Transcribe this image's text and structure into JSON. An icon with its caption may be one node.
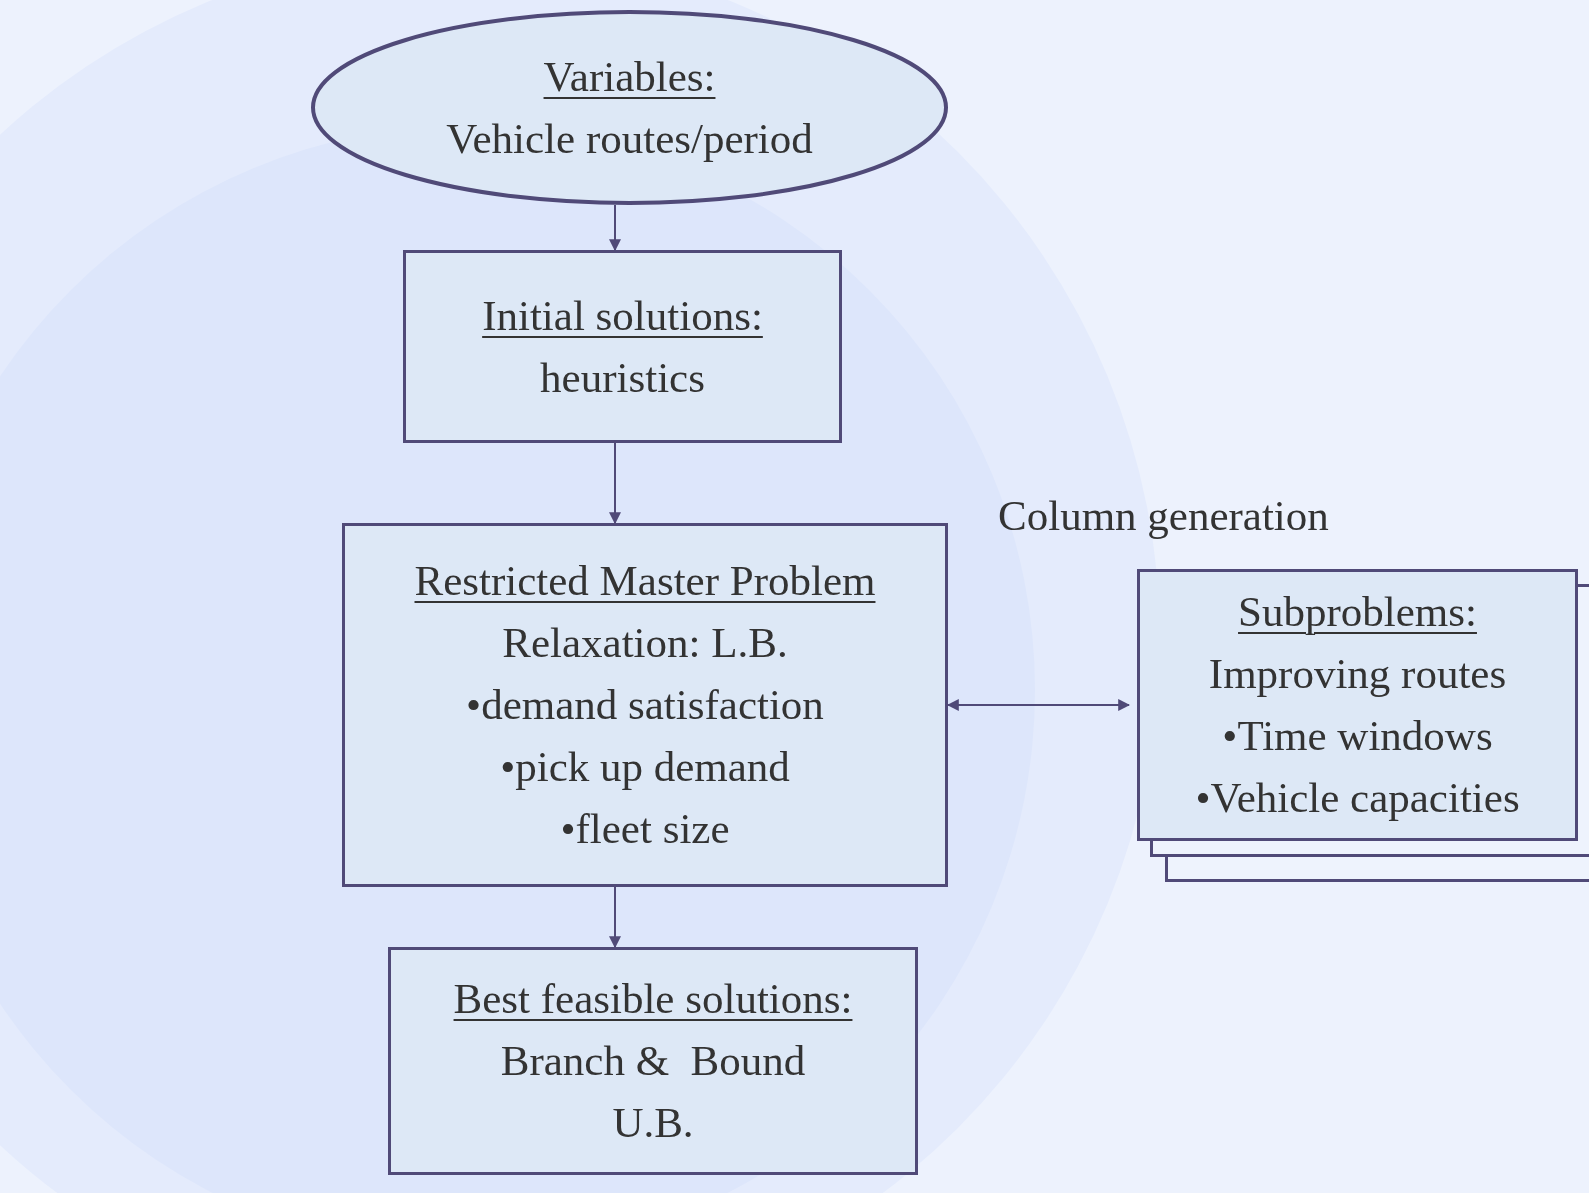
{
  "diagram": {
    "nodes": [
      {
        "text": [
          "Variables:",
          "Vehicle routes/period"
        ]
      },
      {
        "text": [
          "Initial solutions:",
          "heuristics"
        ]
      },
      {
        "text": [
          "Restricted Master Problem",
          "Relaxation: L.B.",
          "•demand satisfaction",
          "•pick up demand",
          "•fleet size"
        ]
      },
      {
        "text": [
          "Best feasible solutions:",
          "Branch &  Bound",
          "U.B."
        ]
      },
      {
        "text": [
          "Subproblems:",
          "Improving routes",
          "•Time windows",
          "•Vehicle capacities"
        ]
      }
    ],
    "edges": [
      {
        "from": 0,
        "to": 1,
        "arrow": "to"
      },
      {
        "from": 1,
        "to": 2,
        "arrow": "to"
      },
      {
        "from": 2,
        "to": 3,
        "arrow": "to"
      },
      {
        "from": 2,
        "to": 4,
        "arrow": "both"
      }
    ],
    "labels": [
      "Column generation"
    ]
  }
}
